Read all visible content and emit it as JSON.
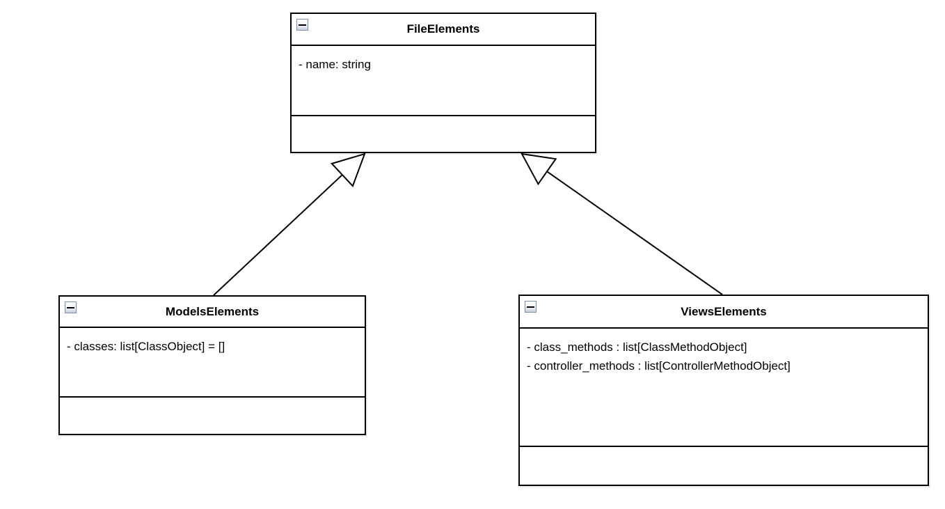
{
  "diagram": {
    "type": "uml-class-diagram",
    "colors": {
      "background": "#ffffff",
      "border": "#000000",
      "text": "#000000",
      "collapse_button_border": "#7d8dab"
    },
    "collapse_icon": "minus",
    "classes": [
      {
        "name": "FileElements",
        "attributes": [
          "- name: string"
        ],
        "methods": []
      },
      {
        "name": "ModelsElements",
        "attributes": [
          "- classes: list[ClassObject] = []"
        ],
        "methods": []
      },
      {
        "name": "ViewsElements",
        "attributes": [
          "- class_methods : list[ClassMethodObject]",
          "- controller_methods : list[ControllerMethodObject]"
        ],
        "methods": []
      }
    ],
    "relationships": [
      {
        "type": "inheritance",
        "from": "ModelsElements",
        "to": "FileElements"
      },
      {
        "type": "inheritance",
        "from": "ViewsElements",
        "to": "FileElements"
      }
    ]
  }
}
